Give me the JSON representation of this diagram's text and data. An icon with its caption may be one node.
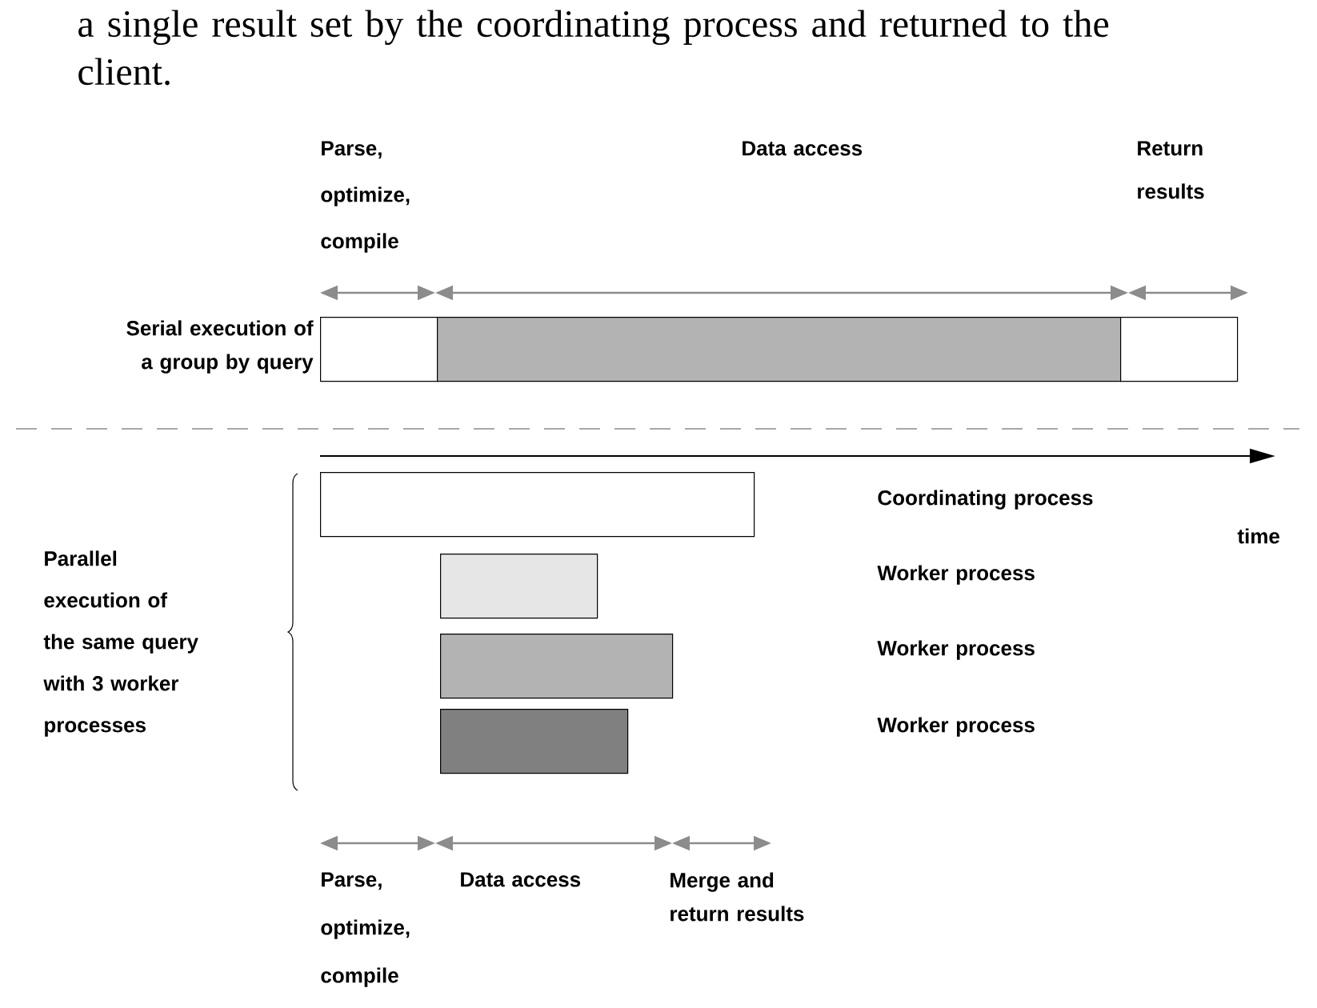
{
  "diagram": {
    "nodes": [
      {
        "text": [],
        "shape": "bar"
      },
      {
        "text": [],
        "shape": "bar"
      },
      {
        "text": [],
        "shape": "bar"
      },
      {
        "text": [],
        "shape": "bar"
      },
      {
        "text": [],
        "shape": "bar"
      },
      {
        "text": [],
        "shape": "bar"
      },
      {
        "text": [],
        "shape": "bar"
      }
    ],
    "labels": [
      "a single result set by the coordinating process and returned to the client.",
      "Parse, optimize, compile",
      "Data access",
      "Return results",
      "Serial execution of a group by query",
      "Coordinating process",
      "time",
      "Parallel execution of the same query with 3 worker processes",
      "Worker process",
      "Worker process",
      "Worker process",
      "Parse, optimize, compile",
      "Data access",
      "Merge and return results"
    ]
  }
}
